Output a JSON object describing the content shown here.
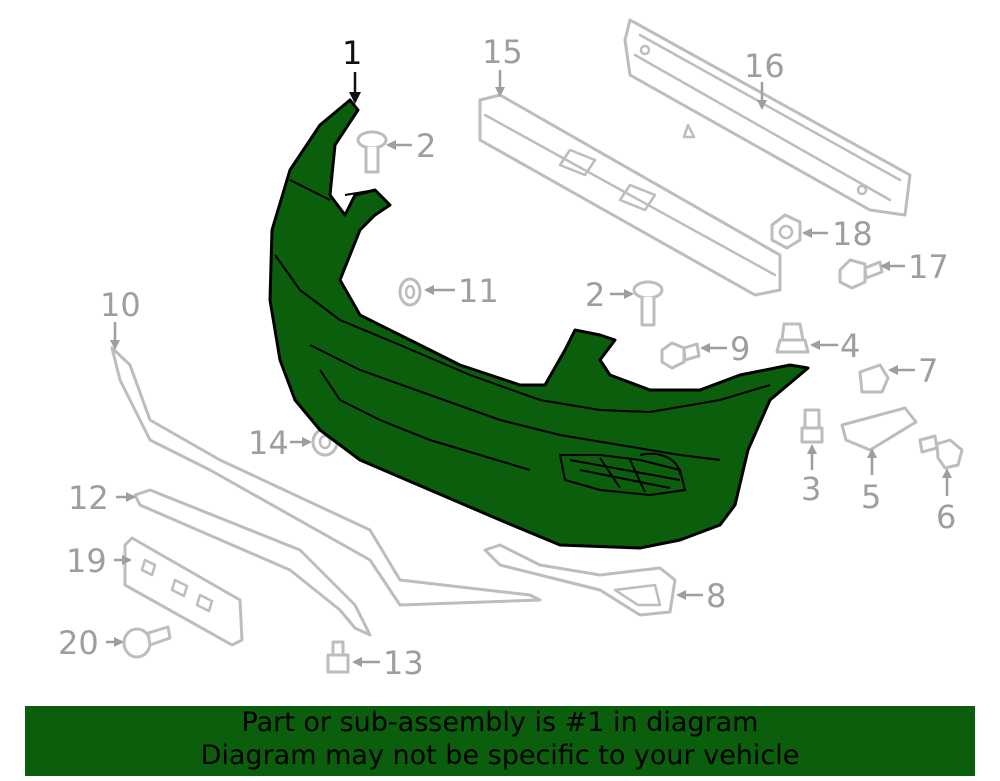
{
  "callouts": {
    "c1": "1",
    "c2a": "2",
    "c2b": "2",
    "c3": "3",
    "c4": "4",
    "c5": "5",
    "c6": "6",
    "c7": "7",
    "c8": "8",
    "c9": "9",
    "c10": "10",
    "c11": "11",
    "c12": "12",
    "c13": "13",
    "c14": "14",
    "c15": "15",
    "c16": "16",
    "c17": "17",
    "c18": "18",
    "c19": "19",
    "c20": "20"
  },
  "highlight_color": "#0b5e0b",
  "banner": {
    "line1": "Part or sub-assembly is #1 in diagram",
    "line2": "Diagram may not be specific to your vehicle"
  }
}
